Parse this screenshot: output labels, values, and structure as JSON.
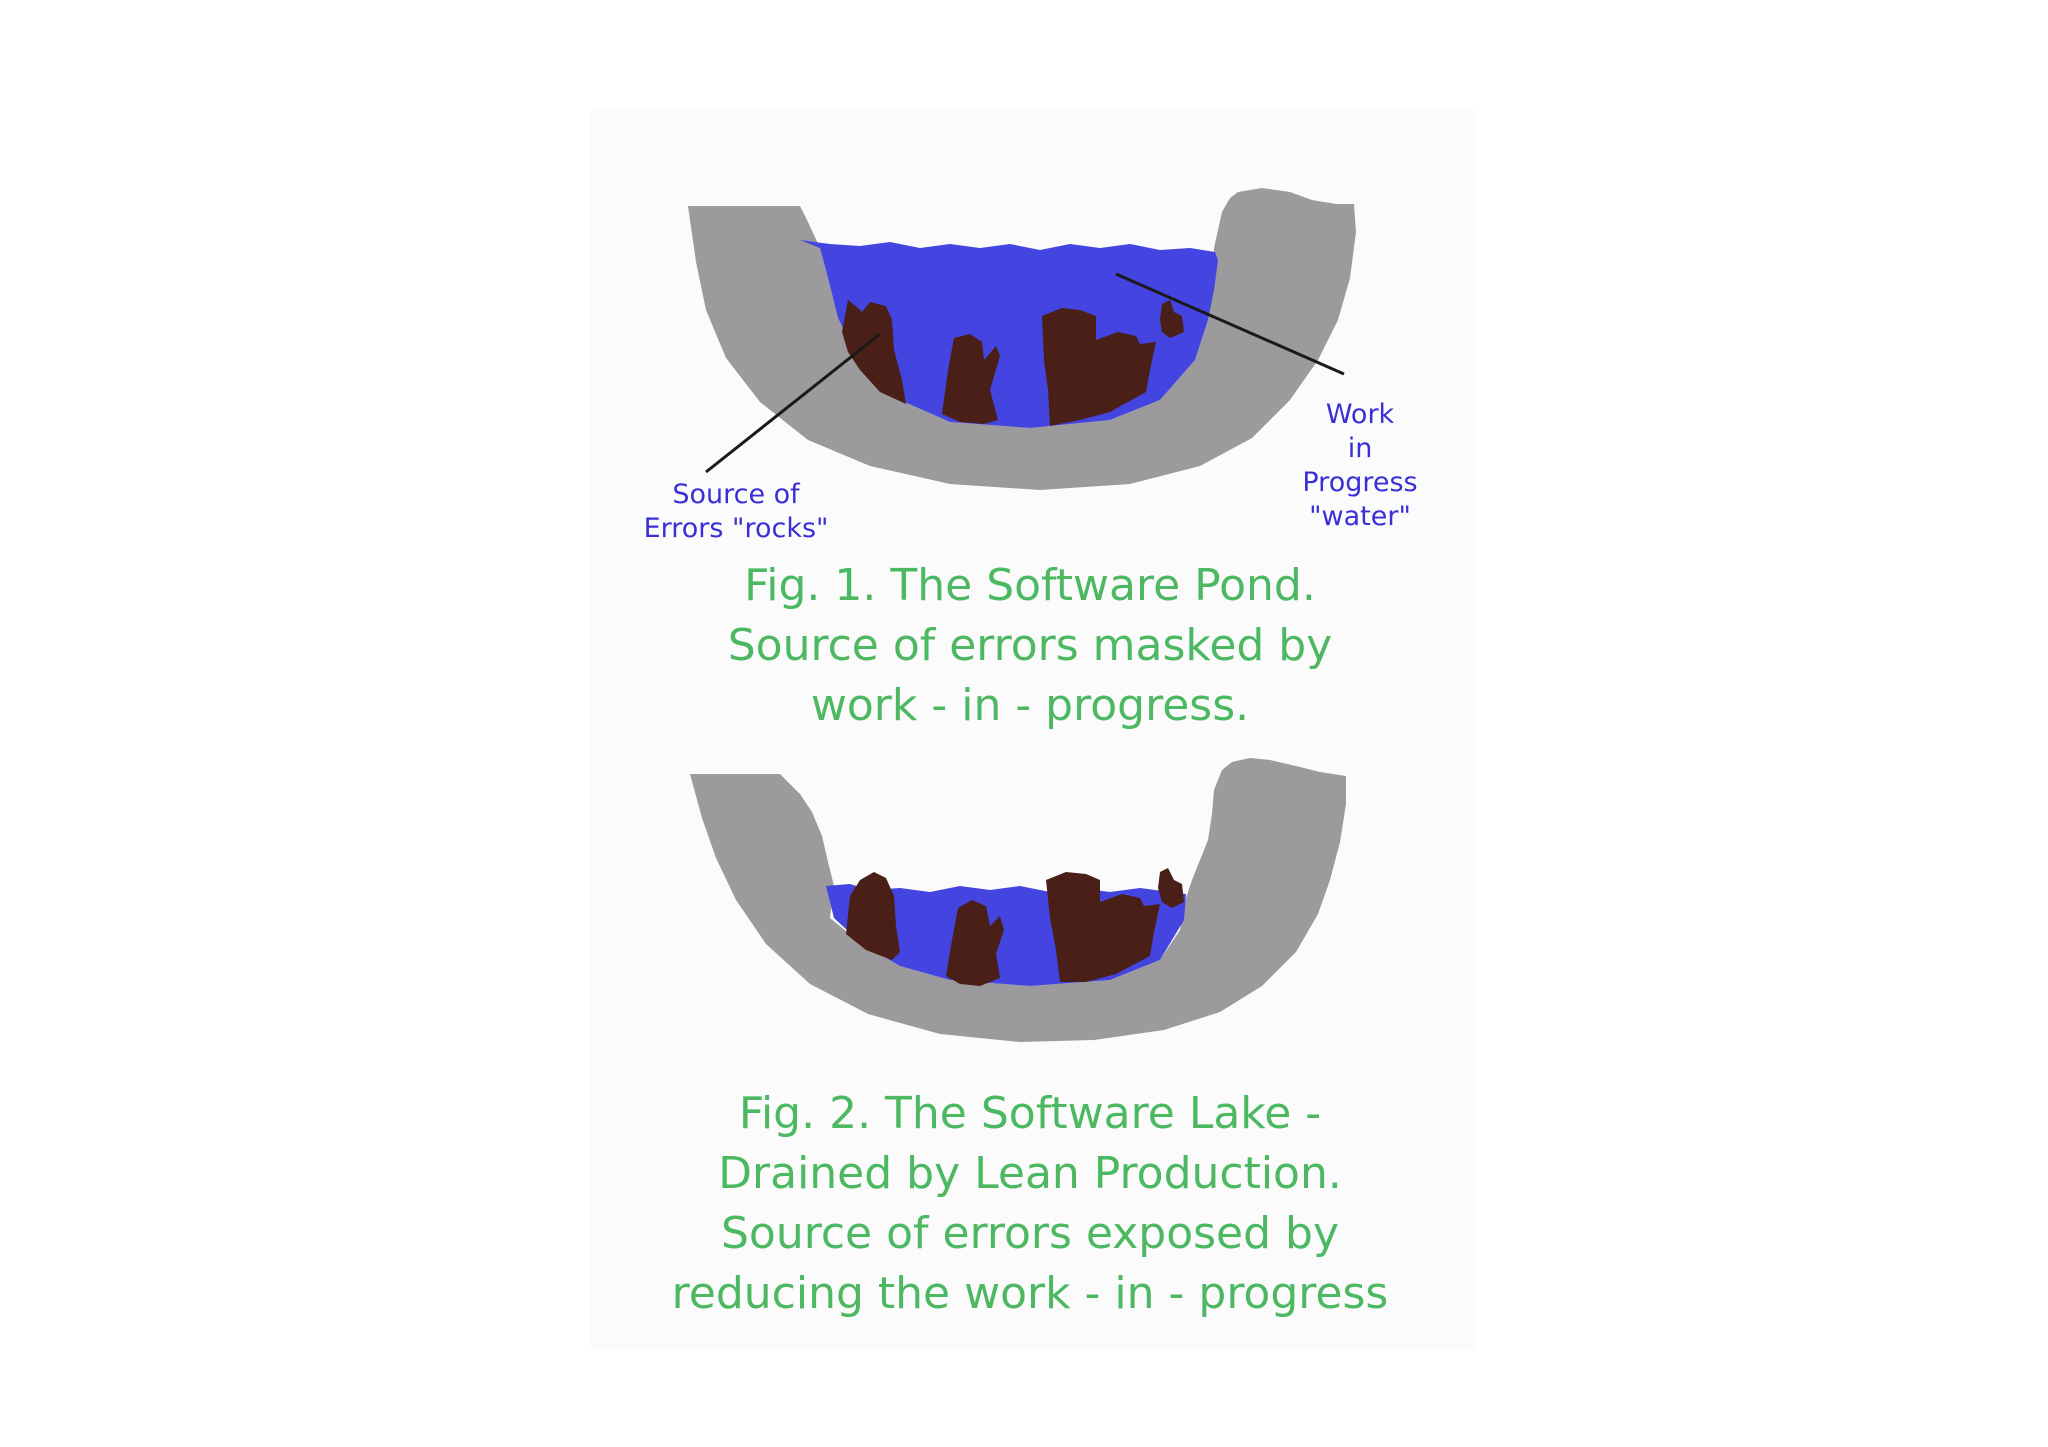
{
  "figure1": {
    "label_errors": "Source of\nErrors \"rocks\"",
    "label_wip": "Work\nin\nProgress\n\"water\"",
    "caption": "Fig. 1. The Software Pond.\nSource of errors masked by\nwork - in - progress."
  },
  "figure2": {
    "caption": "Fig. 2. The Software Lake -\nDrained by Lean Production.\nSource of errors exposed by\nreducing the work - in - progress"
  },
  "colors": {
    "ground": "#9b9a9d",
    "water": "#4444e0",
    "rocks": "#4a1f17",
    "label_text": "#3a2fd6",
    "caption_text": "#4cb861"
  }
}
